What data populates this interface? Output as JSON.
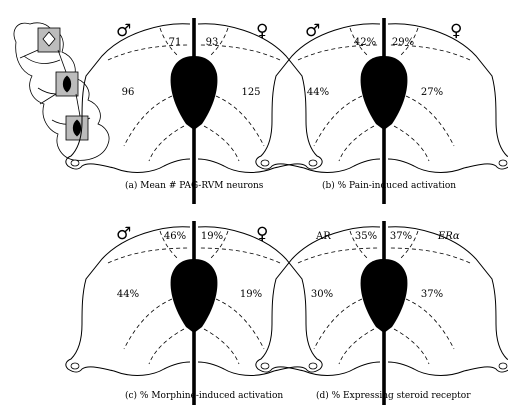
{
  "panels": [
    {
      "left_label": "♂",
      "right_label": "♀",
      "top_left": "71",
      "top_right": "93",
      "side_left": "96",
      "side_right": "125",
      "caption": "(a)  Mean # PAG-RVM neurons"
    },
    {
      "left_label": "♂",
      "right_label": "♀",
      "top_left": "42%",
      "top_right": "29%",
      "side_left": "44%",
      "side_right": "27%",
      "caption": "(b)  % Pain-induced activation"
    },
    {
      "left_label": "♂",
      "right_label": "♀",
      "top_left": "46%",
      "top_right": "19%",
      "side_left": "44%",
      "side_right": "19%",
      "caption": "(c)  % Morphine-induced activation"
    },
    {
      "left_label": "AR",
      "right_label": "ERα",
      "top_left": "35%",
      "top_right": "37%",
      "side_left": "30%",
      "side_right": "37%",
      "caption": "(d)  % Expressing steroid receptor"
    }
  ]
}
